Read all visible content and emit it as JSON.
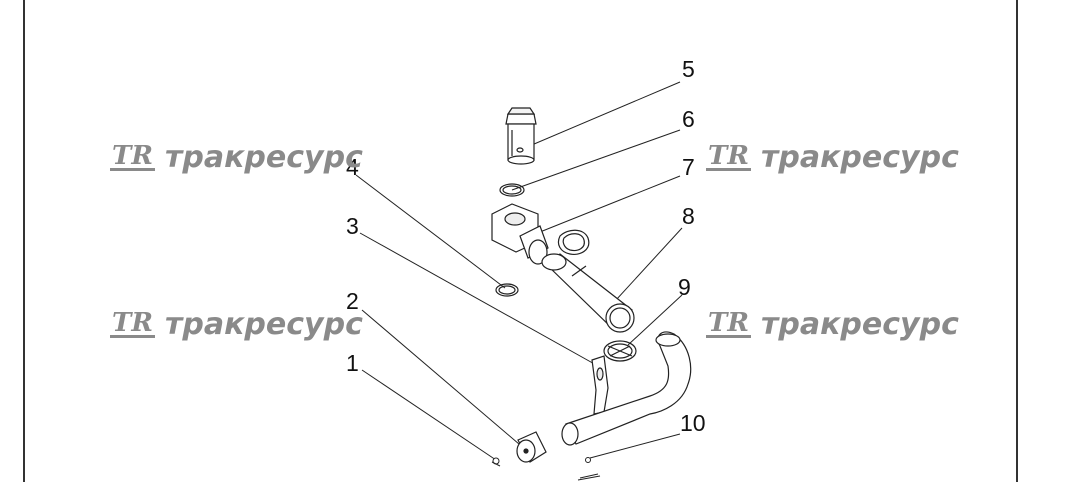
{
  "diagram": {
    "callouts": [
      "1",
      "2",
      "3",
      "4",
      "5",
      "6",
      "7",
      "8",
      "9",
      "10"
    ],
    "watermark": {
      "logo": "TR",
      "text": "тракресурс"
    },
    "colors": {
      "line": "#222222",
      "watermark": "#8a8a8a",
      "background": "#ffffff"
    }
  }
}
